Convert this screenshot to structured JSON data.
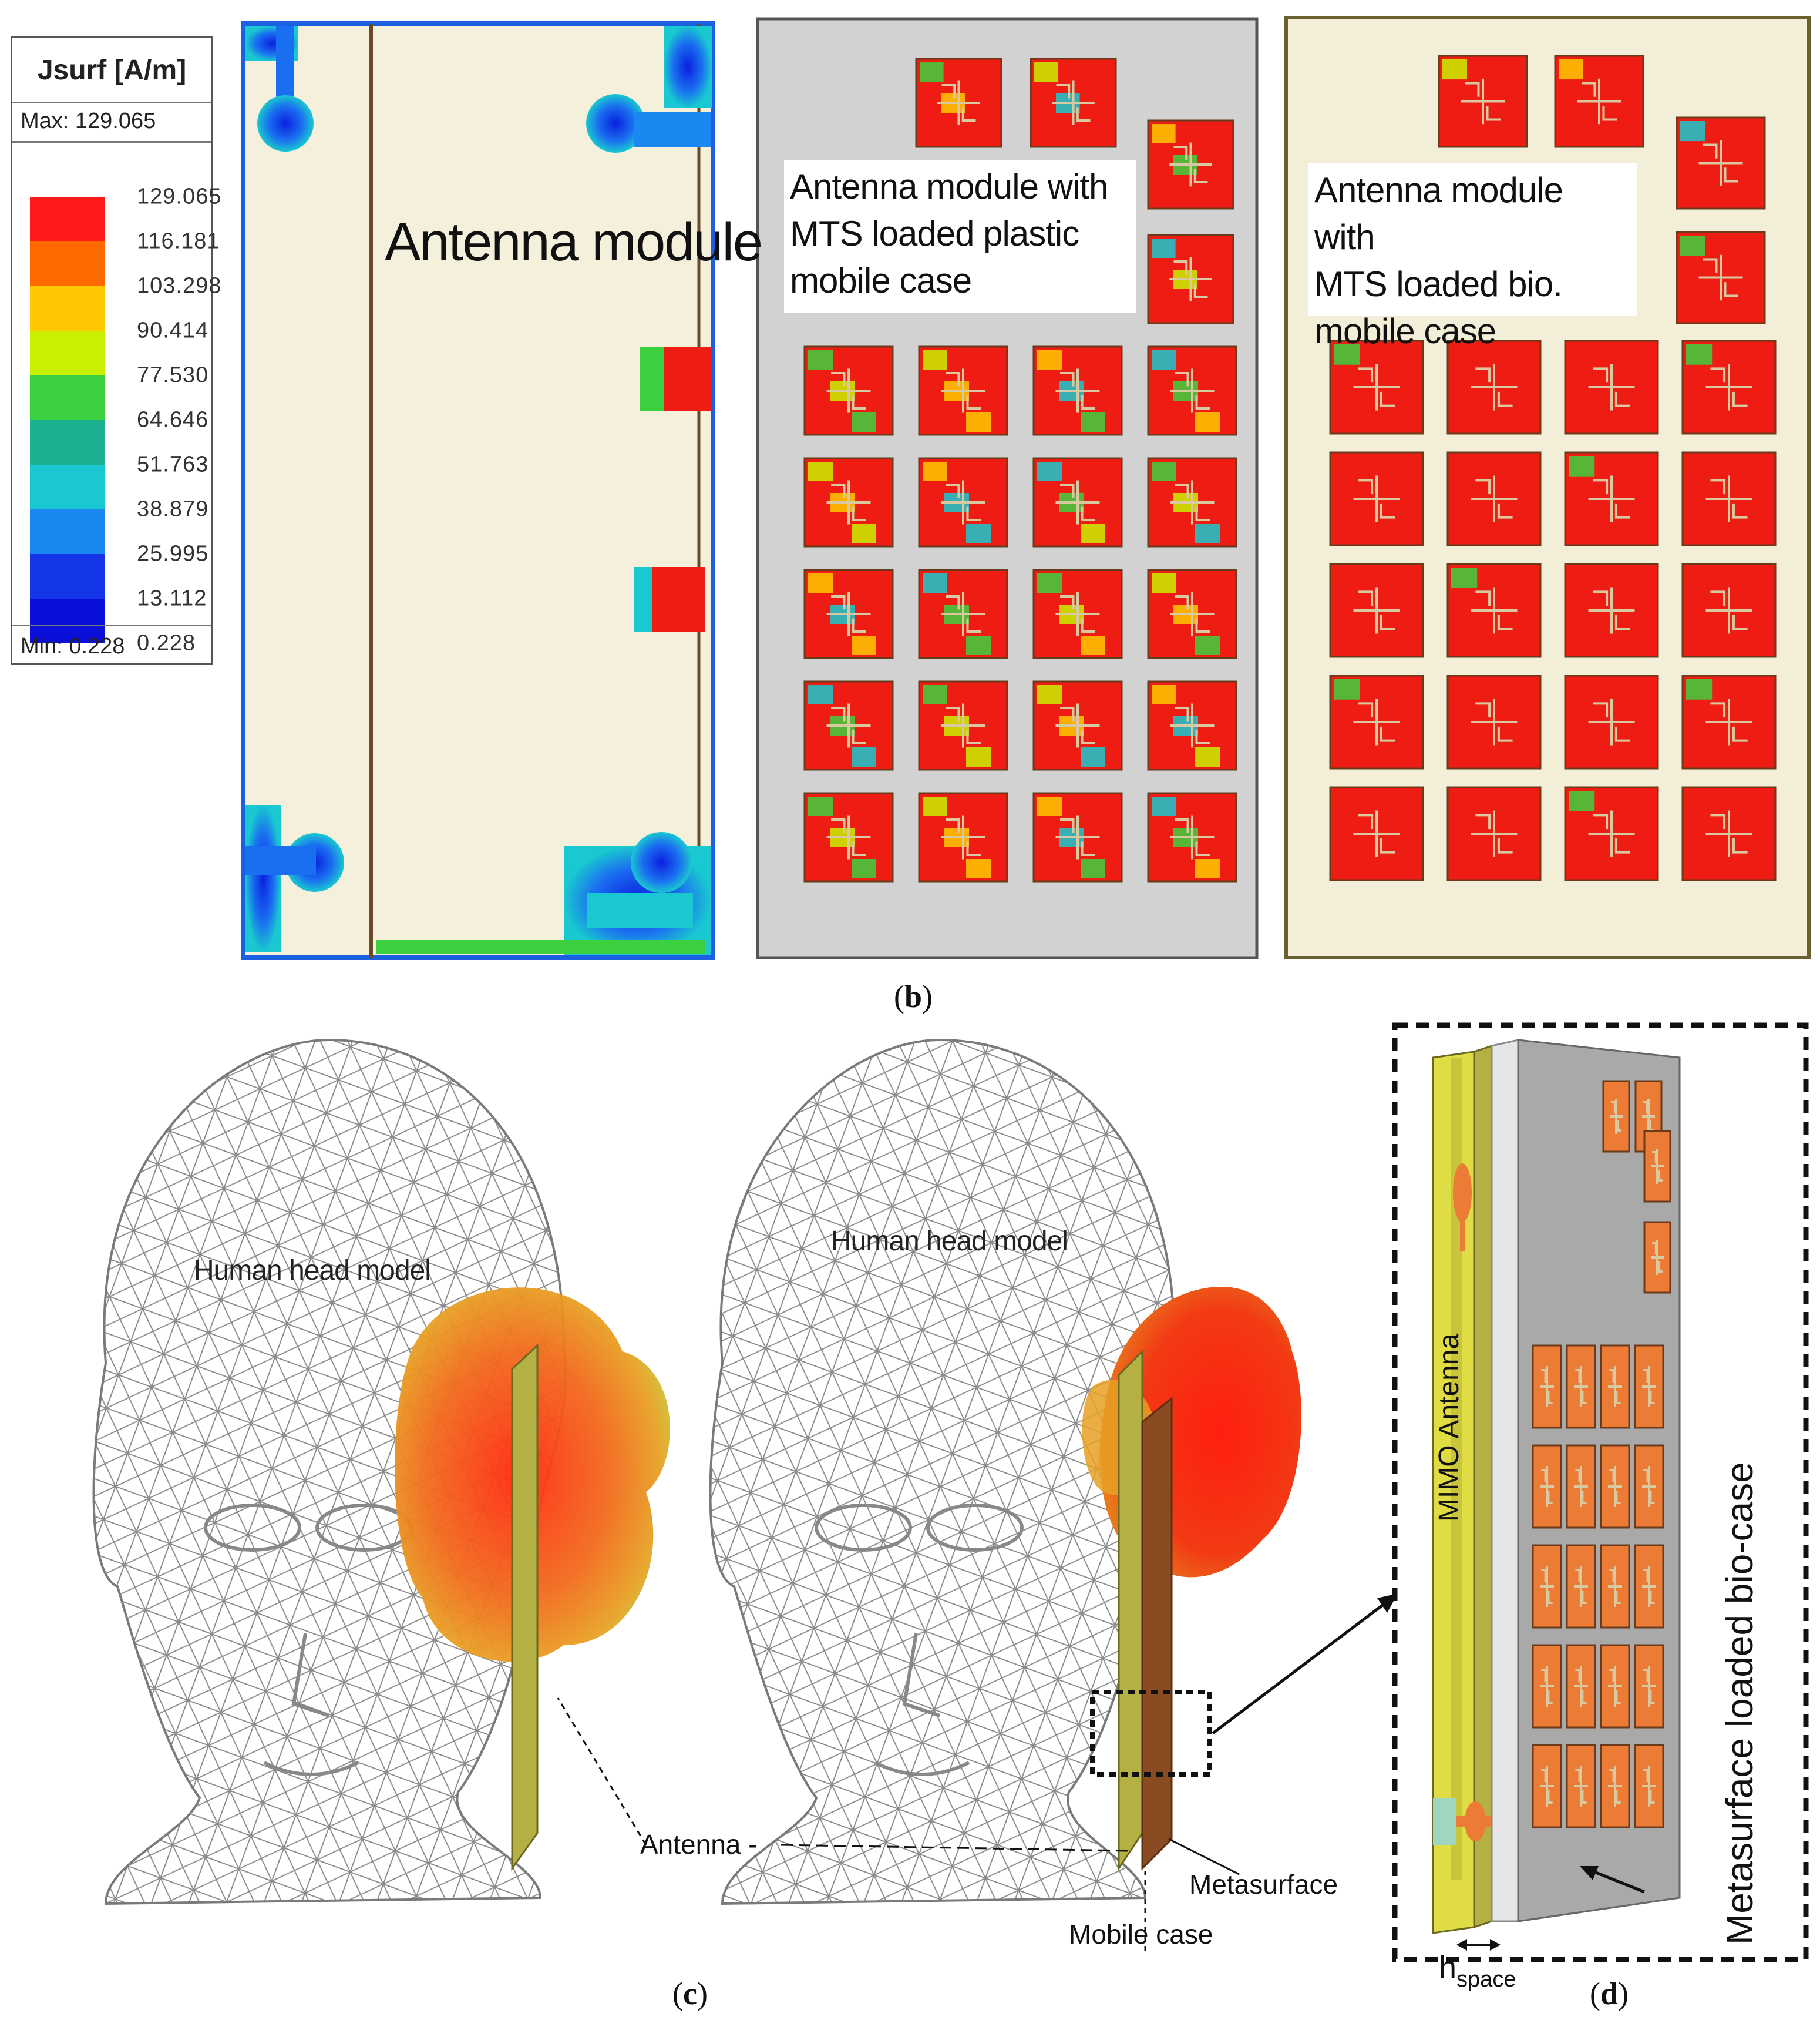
{
  "legend": {
    "title": "Jsurf [A/m]",
    "max_label": "Max: 129.065",
    "min_label": "Min:   0.228",
    "ticks": [
      "129.065",
      "116.181",
      "103.298",
      "90.414",
      "77.530",
      "64.646",
      "51.763",
      "38.879",
      "25.995",
      "13.112",
      "0.228"
    ],
    "colors": [
      "#ff1a1a",
      "#ff6a00",
      "#ffc800",
      "#c8f000",
      "#3cd040",
      "#1ab090",
      "#19c8d0",
      "#1a88f0",
      "#1436e6",
      "#0a10d8"
    ]
  },
  "panel_b": {
    "label_b": "b",
    "module_label": "Antenna module",
    "plastic_case_label": "Antenna module with\nMTS loaded plastic\nmobile case",
    "bio_case_label": "Antenna module with\nMTS loaded bio.\nmobile case"
  },
  "panel_c": {
    "label_c": "c",
    "head_label_left": "Human head model",
    "head_label_right": "Human head model",
    "antenna_callout": "Antenna",
    "metasurface_callout": "Metasurface",
    "mobile_case_callout": "Mobile case"
  },
  "panel_d": {
    "label_d": "d",
    "mimo_label": "MIMO Antenna",
    "bio_case_label": "Metasurface loaded bio-case",
    "hspace_main": "h",
    "hspace_sub": "space"
  },
  "colors": {
    "substrate_cream": "#f4f0dc",
    "plastic_case_gray": "#d2d2d2",
    "bio_case_cream": "#f2eed8",
    "unit_cell_red": "#ee1c12",
    "mesh_gray": "#8a8a8a",
    "metasurface_orange": "#ec7b35",
    "antenna_olive": "#b4b044"
  }
}
